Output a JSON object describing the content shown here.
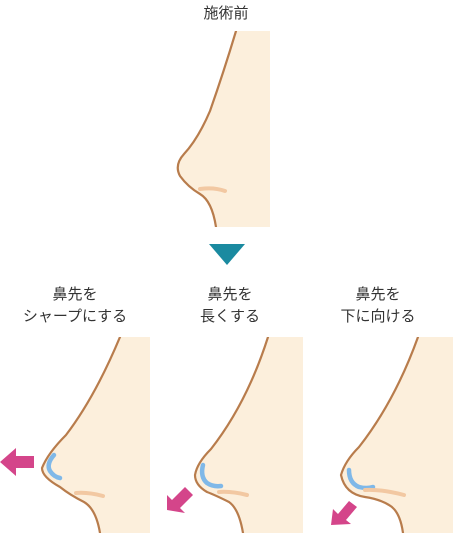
{
  "before": {
    "title": "施術前"
  },
  "options": [
    {
      "line1": "鼻先を",
      "line2": "シャープにする"
    },
    {
      "line1": "鼻先を",
      "line2": "長くする"
    },
    {
      "line1": "鼻先を",
      "line2": "下に向ける"
    }
  ],
  "colors": {
    "skin": "#fcefdc",
    "outline": "#b87c4c",
    "nostril": "#f2c8a2",
    "cartilage": "#7fb8e8",
    "arrow": "#d4458a",
    "triangle": "#1a8aa0",
    "text": "#333333"
  },
  "icons": [
    "nose-profile-before",
    "down-triangle-icon",
    "arrow-left-icon",
    "arrow-down-left-icon"
  ]
}
